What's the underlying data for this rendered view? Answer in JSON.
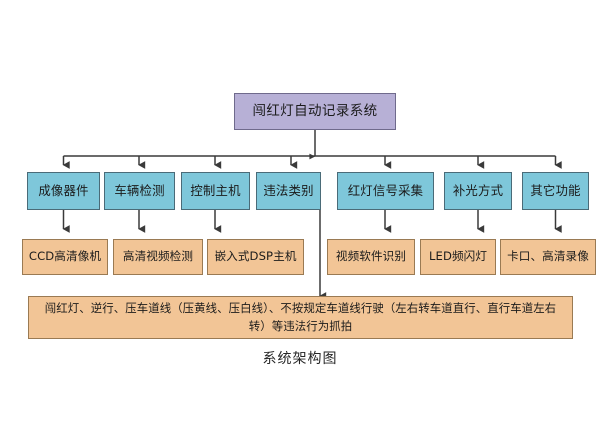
{
  "diagram": {
    "caption": "系统架构图",
    "colors": {
      "root_fill": "#b7b0d6",
      "root_stroke": "#6f6a8c",
      "level1_fill": "#7ec7da",
      "level1_stroke": "#4a6b78",
      "level2_fill": "#f2c596",
      "level2_stroke": "#9a7a53",
      "connector": "#3a3a3a",
      "background": "#ffffff"
    },
    "root": {
      "label": "闯红灯自动记录系统"
    },
    "level1": [
      {
        "label": "成像器件"
      },
      {
        "label": "车辆检测"
      },
      {
        "label": "控制主机"
      },
      {
        "label": "违法类别"
      },
      {
        "label": "红灯信号采集"
      },
      {
        "label": "补光方式"
      },
      {
        "label": "其它功能"
      }
    ],
    "level2": [
      {
        "label": "CCD高清像机"
      },
      {
        "label": "高清视频检测"
      },
      {
        "label": "嵌入式DSP主机"
      },
      {
        "label": "视频软件识别"
      },
      {
        "label": "LED频闪灯"
      },
      {
        "label": "卡口、高清录像"
      }
    ],
    "summary": {
      "label": "闯红灯、逆行、压车道线（压黄线、压白线）、不按规定车道线行驶（左右转车道直行、直行车道左右转）等违法行为抓拍"
    }
  }
}
